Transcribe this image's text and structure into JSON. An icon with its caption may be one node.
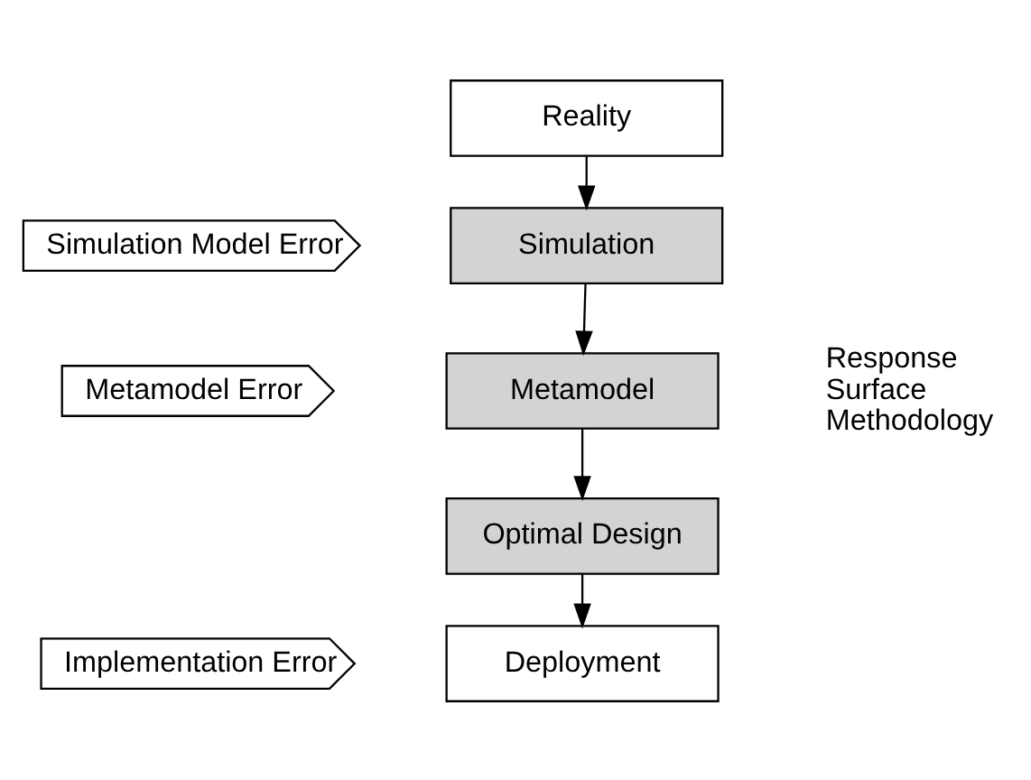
{
  "diagram": {
    "nodes": [
      {
        "text": [
          "Reality"
        ]
      },
      {
        "text": [
          "Simulation"
        ]
      },
      {
        "text": [
          "Metamodel"
        ]
      },
      {
        "text": [
          "Optimal Design"
        ]
      },
      {
        "text": [
          "Deployment"
        ]
      },
      {
        "text": [
          "Simulation Model Error"
        ]
      },
      {
        "text": [
          "Metamodel Error"
        ]
      },
      {
        "text": [
          "Implementation Error"
        ]
      }
    ],
    "edges": [
      {
        "from": 0,
        "to": 1,
        "arrow": "to"
      },
      {
        "from": 1,
        "to": 2,
        "arrow": "to"
      },
      {
        "from": 2,
        "to": 3,
        "arrow": "to"
      },
      {
        "from": 3,
        "to": 4,
        "arrow": "to"
      }
    ],
    "labels": [
      "Response Surface Methodology"
    ]
  }
}
